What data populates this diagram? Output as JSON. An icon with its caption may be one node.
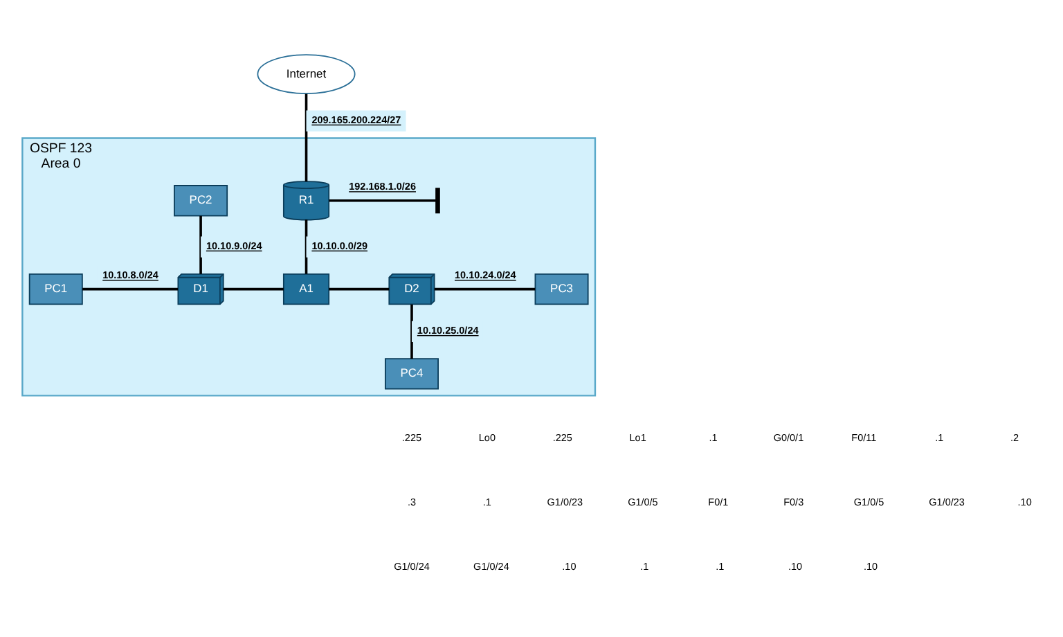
{
  "diagram": {
    "nodes": [
      {
        "text": [
          "Internet"
        ]
      },
      {
        "text": [
          "OSPF 123",
          "Area 0"
        ]
      },
      {
        "text": [
          "R1"
        ],
        "in": 1
      },
      {
        "text": [
          "PC1"
        ],
        "in": 1
      },
      {
        "text": [
          "D1"
        ],
        "in": 1
      },
      {
        "text": [
          "A1"
        ],
        "in": 1
      },
      {
        "text": [
          "D2"
        ],
        "in": 1
      },
      {
        "text": [
          "PC3"
        ],
        "in": 1
      },
      {
        "text": [
          "PC2"
        ],
        "in": 1
      },
      {
        "text": [
          "PC4"
        ],
        "in": 1
      }
    ],
    "edges": [
      {
        "from": 0,
        "to": 2,
        "arrow": "none",
        "label": "209.165.200.224/27"
      },
      {
        "from": 2,
        "to": null,
        "arrow": "other",
        "label": "192.168.1.0/26"
      },
      {
        "from": 2,
        "to": 5,
        "arrow": "none",
        "label": "10.10.0.0/29"
      },
      {
        "from": 4,
        "to": 5,
        "arrow": "none"
      },
      {
        "from": 5,
        "to": 6,
        "arrow": "none"
      },
      {
        "from": 3,
        "to": 4,
        "arrow": "none",
        "label": "10.10.8.0/24"
      },
      {
        "from": 8,
        "to": 4,
        "arrow": "none",
        "label": "10.10.9.0/24"
      },
      {
        "from": 6,
        "to": 7,
        "arrow": "none",
        "label": "10.10.24.0/24"
      },
      {
        "from": 6,
        "to": 9,
        "arrow": "none",
        "label": "10.10.25.0/24"
      }
    ],
    "labels": [
      ".225",
      "Lo0",
      ".225",
      "Lo1",
      ".1",
      "G0/0/1",
      "F0/11",
      ".1",
      ".2",
      ".3",
      ".1",
      "G1/0/23",
      "G1/0/5",
      "F0/1",
      "F0/3",
      "G1/0/5",
      "G1/0/23",
      ".10",
      "G1/0/24",
      "G1/0/24",
      ".10",
      ".1",
      ".1",
      ".10",
      ".10"
    ]
  }
}
